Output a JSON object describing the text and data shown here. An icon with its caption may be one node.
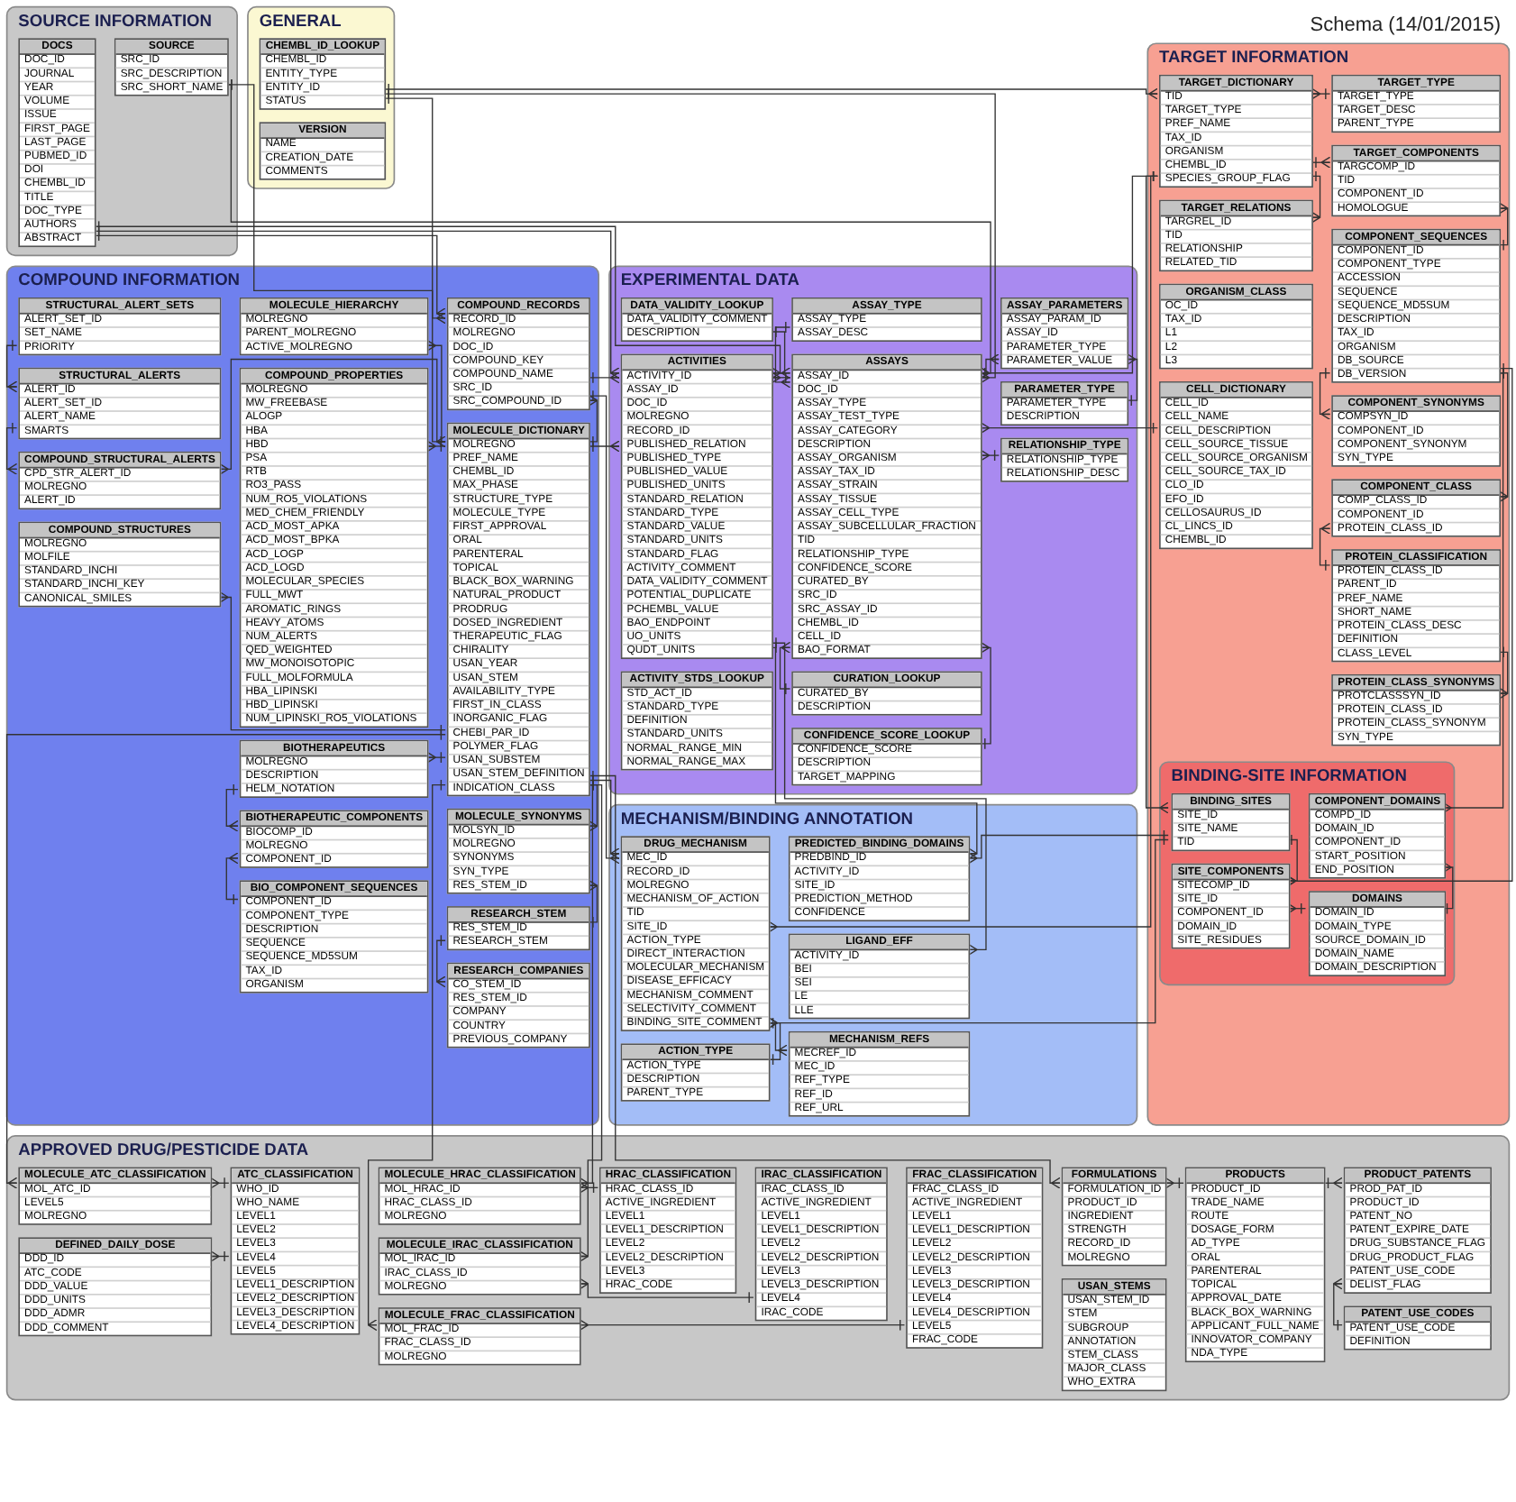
{
  "diagram": {
    "title": "Schema (14/01/2015)",
    "nodes": [
      {
        "text": [
          "SOURCE INFORMATION"
        ]
      },
      {
        "text": [
          "DOCS",
          "DOC_ID",
          "JOURNAL",
          "YEAR",
          "VOLUME",
          "ISSUE",
          "FIRST_PAGE",
          "LAST_PAGE",
          "PUBMED_ID",
          "DOI",
          "CHEMBL_ID",
          "TITLE",
          "DOC_TYPE",
          "AUTHORS",
          "ABSTRACT"
        ],
        "in": 0
      },
      {
        "text": [
          "SOURCE",
          "SRC_ID",
          "SRC_DESCRIPTION",
          "SRC_SHORT_NAME"
        ],
        "in": 0
      },
      {
        "text": [
          "GENERAL"
        ]
      },
      {
        "text": [
          "CHEMBL_ID_LOOKUP",
          "CHEMBL_ID",
          "ENTITY_TYPE",
          "ENTITY_ID",
          "STATUS"
        ],
        "in": 3
      },
      {
        "text": [
          "VERSION",
          "NAME",
          "CREATION_DATE",
          "COMMENTS"
        ],
        "in": 3
      },
      {
        "text": [
          "COMPOUND INFORMATION"
        ]
      },
      {
        "text": [
          "MOLECULE_HIERARCHY",
          "MOLREGNO",
          "PARENT_MOLREGNO",
          "ACTIVE_MOLREGNO"
        ],
        "in": 6
      },
      {
        "text": [
          "COMPOUND_RECORDS",
          "RECORD_ID",
          "MOLREGNO",
          "DOC_ID",
          "COMPOUND_KEY",
          "COMPOUND_NAME",
          "SRC_ID",
          "SRC_COMPOUND_ID"
        ],
        "in": 6
      },
      {
        "text": [
          "COMPOUND_PROPERTIES",
          "MOLREGNO",
          "MW_FREEBASE",
          "ALOGP",
          "HBA",
          "HBD",
          "PSA",
          "RTB",
          "RO3_PASS",
          "NUM_RO5_VIOLATIONS",
          "MED_CHEM_FRIENDLY",
          "ACD_MOST_APKA",
          "ACD_MOST_BPKA",
          "ACD_LOGP",
          "ACD_LOGD",
          "MOLECULAR_SPECIES",
          "FULL_MWT",
          "AROMATIC_RINGS",
          "HEAVY_ATOMS",
          "NUM_ALERTS",
          "QED_WEIGHTED",
          "MW_MONOISOTOPIC",
          "FULL_MOLFORMULA",
          "HBA_LIPINSKI",
          "HBD_LIPINSKI",
          "NUM_LIPINSKI_RO5_VIOLATIONS"
        ],
        "in": 6
      },
      {
        "text": [
          "MOLECULE_DICTIONARY",
          "MOLREGNO",
          "PREF_NAME",
          "CHEMBL_ID",
          "MAX_PHASE",
          "STRUCTURE_TYPE",
          "MOLECULE_TYPE",
          "FIRST_APPROVAL",
          "ORAL",
          "PARENTERAL",
          "TOPICAL",
          "BLACK_BOX_WARNING",
          "NATURAL_PRODUCT",
          "PRODRUG",
          "DOSED_INGREDIENT",
          "THERAPEUTIC_FLAG",
          "CHIRALITY",
          "USAN_YEAR",
          "USAN_STEM",
          "AVAILABILITY_TYPE",
          "FIRST_IN_CLASS",
          "INORGANIC_FLAG",
          "CHEBI_PAR_ID",
          "POLYMER_FLAG",
          "USAN_SUBSTEM",
          "USAN_STEM_DEFINITION",
          "INDICATION_CLASS"
        ],
        "in": 6
      },
      {
        "text": [
          "STRUCTURAL_ALERT_SETS",
          "ALERT_SET_ID",
          "SET_NAME",
          "PRIORITY"
        ],
        "in": 6
      },
      {
        "text": [
          "STRUCTURAL_ALERTS",
          "ALERT_ID",
          "ALERT_SET_ID",
          "ALERT_NAME",
          "SMARTS"
        ],
        "in": 6
      },
      {
        "text": [
          "COMPOUND_STRUCTURAL_ALERTS",
          "CPD_STR_ALERT_ID",
          "MOLREGNO",
          "ALERT_ID"
        ],
        "in": 6
      },
      {
        "text": [
          "COMPOUND_STRUCTURES",
          "MOLREGNO",
          "MOLFILE",
          "STANDARD_INCHI",
          "STANDARD_INCHI_KEY",
          "CANONICAL_SMILES"
        ],
        "in": 6
      },
      {
        "text": [
          "BIOTHERAPEUTICS",
          "MOLREGNO",
          "DESCRIPTION",
          "HELM_NOTATION"
        ],
        "in": 6
      },
      {
        "text": [
          "MOLECULE_SYNONYMS",
          "MOLSYN_ID",
          "MOLREGNO",
          "SYNONYMS",
          "SYN_TYPE",
          "RES_STEM_ID"
        ],
        "in": 6
      },
      {
        "text": [
          "BIOTHERAPEUTIC_COMPONENTS",
          "BIOCOMP_ID",
          "MOLREGNO",
          "COMPONENT_ID"
        ],
        "in": 6
      },
      {
        "text": [
          "RESEARCH_STEM",
          "RES_STEM_ID",
          "RESEARCH_STEM"
        ],
        "in": 6
      },
      {
        "text": [
          "BIO_COMPONENT_SEQUENCES",
          "COMPONENT_ID",
          "COMPONENT_TYPE",
          "DESCRIPTION",
          "SEQUENCE",
          "SEQUENCE_MD5SUM",
          "TAX_ID",
          "ORGANISM"
        ],
        "in": 6
      },
      {
        "text": [
          "RESEARCH_COMPANIES",
          "CO_STEM_ID",
          "RES_STEM_ID",
          "COMPANY",
          "COUNTRY",
          "PREVIOUS_COMPANY"
        ],
        "in": 6
      },
      {
        "text": [
          "EXPERIMENTAL DATA"
        ]
      },
      {
        "text": [
          "DATA_VALIDITY_LOOKUP",
          "DATA_VALIDITY_COMMENT",
          "DESCRIPTION"
        ],
        "in": 21
      },
      {
        "text": [
          "ASSAY_TYPE",
          "ASSAY_TYPE",
          "ASSAY_DESC"
        ],
        "in": 21
      },
      {
        "text": [
          "ACTIVITIES",
          "ACTIVITY_ID",
          "ASSAY_ID",
          "DOC_ID",
          "MOLREGNO",
          "RECORD_ID",
          "PUBLISHED_RELATION",
          "PUBLISHED_TYPE",
          "PUBLISHED_VALUE",
          "PUBLISHED_UNITS",
          "STANDARD_RELATION",
          "STANDARD_TYPE",
          "STANDARD_VALUE",
          "STANDARD_UNITS",
          "STANDARD_FLAG",
          "ACTIVITY_COMMENT",
          "DATA_VALIDITY_COMMENT",
          "POTENTIAL_DUPLICATE",
          "PCHEMBL_VALUE",
          "BAO_ENDPOINT",
          "UO_UNITS",
          "QUDT_UNITS"
        ],
        "in": 21
      },
      {
        "text": [
          "ASSAYS",
          "ASSAY_ID",
          "DOC_ID",
          "ASSAY_TYPE",
          "ASSAY_TEST_TYPE",
          "ASSAY_CATEGORY",
          "DESCRIPTION",
          "ASSAY_ORGANISM",
          "ASSAY_TAX_ID",
          "ASSAY_STRAIN",
          "ASSAY_TISSUE",
          "ASSAY_CELL_TYPE",
          "ASSAY_SUBCELLULAR_FRACTION",
          "TID",
          "RELATIONSHIP_TYPE",
          "CONFIDENCE_SCORE",
          "CURATED_BY",
          "SRC_ID",
          "SRC_ASSAY_ID",
          "CHEMBL_ID",
          "CELL_ID",
          "BAO_FORMAT"
        ],
        "in": 21
      },
      {
        "text": [
          "ASSAY_PARAMETERS",
          "ASSAY_PARAM_ID",
          "ASSAY_ID",
          "PARAMETER_TYPE",
          "PARAMETER_VALUE"
        ],
        "in": 21
      },
      {
        "text": [
          "PARAMETER_TYPE",
          "PARAMETER_TYPE",
          "DESCRIPTION"
        ],
        "in": 21
      },
      {
        "text": [
          "ACTIVITY_STDS_LOOKUP",
          "STD_ACT_ID",
          "STANDARD_TYPE",
          "DEFINITION",
          "STANDARD_UNITS",
          "NORMAL_RANGE_MIN",
          "NORMAL_RANGE_MAX"
        ],
        "in": 21
      },
      {
        "text": [
          "CURATION_LOOKUP",
          "CURATED_BY",
          "DESCRIPTION"
        ],
        "in": 21
      },
      {
        "text": [
          "CONFIDENCE_SCORE_LOOKUP",
          "CONFIDENCE_SCORE",
          "DESCRIPTION",
          "TARGET_MAPPING"
        ],
        "in": 21
      },
      {
        "text": [
          "RELATIONSHIP_TYPE",
          "RELATIONSHIP_TYPE",
          "RELATIONSHIP_DESC"
        ],
        "in": 21
      },
      {
        "text": [
          "TARGET INFORMATION"
        ]
      },
      {
        "text": [
          "TARGET_TYPE",
          "TARGET_TYPE",
          "TARGET_DESC",
          "PARENT_TYPE"
        ],
        "in": 32
      },
      {
        "text": [
          "COMPONENT_SYNONYMS",
          "COMPSYN_ID",
          "COMPONENT_ID",
          "COMPONENT_SYNONYM",
          "SYN_TYPE"
        ],
        "in": 32
      },
      {
        "text": [
          "TARGET_DICTIONARY",
          "TID",
          "TARGET_TYPE",
          "PREF_NAME",
          "TAX_ID",
          "ORGANISM",
          "CHEMBL_ID",
          "SPECIES_GROUP_FLAG"
        ],
        "in": 32
      },
      {
        "text": [
          "TARGET_COMPONENTS",
          "TARGCOMP_ID",
          "TID",
          "COMPONENT_ID",
          "HOMOLOGUE"
        ],
        "in": 32
      },
      {
        "text": [
          "COMPONENT_SEQUENCES",
          "COMPONENT_ID",
          "COMPONENT_TYPE",
          "ACCESSION",
          "SEQUENCE",
          "SEQUENCE_MD5SUM",
          "DESCRIPTION",
          "TAX_ID",
          "ORGANISM",
          "DB_SOURCE",
          "DB_VERSION"
        ],
        "in": 32
      },
      {
        "text": [
          "TARGET_RELATIONS",
          "TARGREL_ID",
          "TID",
          "RELATIONSHIP",
          "RELATED_TID"
        ],
        "in": 32
      },
      {
        "text": [
          "ORGANISM_CLASS",
          "OC_ID",
          "TAX_ID",
          "L1",
          "L2",
          "L3"
        ],
        "in": 32
      },
      {
        "text": [
          "COMPONENT_CLASS",
          "COMP_CLASS_ID",
          "COMPONENT_ID",
          "PROTEIN_CLASS_ID"
        ],
        "in": 32
      },
      {
        "text": [
          "CELL_DICTIONARY",
          "CELL_ID",
          "CELL_NAME",
          "CELL_DESCRIPTION",
          "CELL_SOURCE_TISSUE",
          "CELL_SOURCE_ORGANISM",
          "CELL_SOURCE_TAX_ID",
          "CLO_ID",
          "EFO_ID",
          "CELLOSAURUS_ID",
          "CL_LINCS_ID",
          "CHEMBL_ID"
        ],
        "in": 32
      },
      {
        "text": [
          "PROTEIN_CLASSIFICATION",
          "PROTEIN_CLASS_ID",
          "PARENT_ID",
          "PREF_NAME",
          "SHORT_NAME",
          "PROTEIN_CLASS_DESC",
          "DEFINITION",
          "CLASS_LEVEL"
        ],
        "in": 32
      },
      {
        "text": [
          "PROTEIN_CLASS_SYNONYMS",
          "PROTCLASSSYN_ID",
          "PROTEIN_CLASS_ID",
          "PROTEIN_CLASS_SYNONYM",
          "SYN_TYPE"
        ],
        "in": 32
      },
      {
        "text": [
          "MECHANISM/BINDING ANNOTATION"
        ]
      },
      {
        "text": [
          "DRUG_MECHANISM",
          "MEC_ID",
          "RECORD_ID",
          "MOLREGNO",
          "MECHANISM_OF_ACTION",
          "TID",
          "SITE_ID",
          "ACTION_TYPE",
          "DIRECT_INTERACTION",
          "MOLECULAR_MECHANISM",
          "DISEASE_EFFICACY",
          "MECHANISM_COMMENT",
          "SELECTIVITY_COMMENT",
          "BINDING_SITE_COMMENT"
        ],
        "in": 44
      },
      {
        "text": [
          "PREDICTED_BINDING_DOMAINS",
          "PREDBIND_ID",
          "ACTIVITY_ID",
          "SITE_ID",
          "PREDICTION_METHOD",
          "CONFIDENCE"
        ],
        "in": 44
      },
      {
        "text": [
          "LIGAND_EFF",
          "ACTIVITY_ID",
          "BEI",
          "SEI",
          "LE",
          "LLE"
        ],
        "in": 44
      },
      {
        "text": [
          "ACTION_TYPE",
          "ACTION_TYPE",
          "DESCRIPTION",
          "PARENT_TYPE"
        ],
        "in": 44
      },
      {
        "text": [
          "MECHANISM_REFS",
          "MECREF_ID",
          "MEC_ID",
          "REF_TYPE",
          "REF_ID",
          "REF_URL"
        ],
        "in": 44
      },
      {
        "text": [
          "BINDING-SITE INFORMATION"
        ],
        "in": 32
      },
      {
        "text": [
          "BINDING_SITES",
          "SITE_ID",
          "SITE_NAME",
          "TID"
        ],
        "in": 50
      },
      {
        "text": [
          "COMPONENT_DOMAINS",
          "COMPD_ID",
          "DOMAIN_ID",
          "COMPONENT_ID",
          "START_POSITION",
          "END_POSITION"
        ],
        "in": 50
      },
      {
        "text": [
          "SITE_COMPONENTS",
          "SITECOMP_ID",
          "SITE_ID",
          "COMPONENT_ID",
          "DOMAIN_ID",
          "SITE_RESIDUES"
        ],
        "in": 50
      },
      {
        "text": [
          "DOMAINS",
          "DOMAIN_ID",
          "DOMAIN_TYPE",
          "SOURCE_DOMAIN_ID",
          "DOMAIN_NAME",
          "DOMAIN_DESCRIPTION"
        ],
        "in": 50
      },
      {
        "text": [
          "APPROVED DRUG/PESTICIDE DATA"
        ]
      },
      {
        "text": [
          "MOLECULE_ATC_CLASSIFICATION",
          "MOL_ATC_ID",
          "LEVEL5",
          "MOLREGNO"
        ],
        "in": 55
      },
      {
        "text": [
          "DEFINED_DAILY_DOSE",
          "DDD_ID",
          "ATC_CODE",
          "DDD_VALUE",
          "DDD_UNITS",
          "DDD_ADMR",
          "DDD_COMMENT"
        ],
        "in": 55
      },
      {
        "text": [
          "ATC_CLASSIFICATION",
          "WHO_ID",
          "WHO_NAME",
          "LEVEL1",
          "LEVEL2",
          "LEVEL3",
          "LEVEL4",
          "LEVEL5",
          "LEVEL1_DESCRIPTION",
          "LEVEL2_DESCRIPTION",
          "LEVEL3_DESCRIPTION",
          "LEVEL4_DESCRIPTION"
        ],
        "in": 55
      },
      {
        "text": [
          "MOLECULE_HRAC_CLASSIFICATION",
          "MOL_HRAC_ID",
          "HRAC_CLASS_ID",
          "MOLREGNO"
        ],
        "in": 55
      },
      {
        "text": [
          "MOLECULE_IRAC_CLASSIFICATION",
          "MOL_IRAC_ID",
          "IRAC_CLASS_ID",
          "MOLREGNO"
        ],
        "in": 55
      },
      {
        "text": [
          "MOLECULE_FRAC_CLASSIFICATION",
          "MOL_FRAC_ID",
          "FRAC_CLASS_ID",
          "MOLREGNO"
        ],
        "in": 55
      },
      {
        "text": [
          "HRAC_CLASSIFICATION",
          "HRAC_CLASS_ID",
          "ACTIVE_INGREDIENT",
          "LEVEL1",
          "LEVEL1_DESCRIPTION",
          "LEVEL2",
          "LEVEL2_DESCRIPTION",
          "LEVEL3",
          "HRAC_CODE"
        ],
        "in": 55
      },
      {
        "text": [
          "IRAC_CLASSIFICATION",
          "IRAC_CLASS_ID",
          "ACTIVE_INGREDIENT",
          "LEVEL1",
          "LEVEL1_DESCRIPTION",
          "LEVEL2",
          "LEVEL2_DESCRIPTION",
          "LEVEL3",
          "LEVEL3_DESCRIPTION",
          "LEVEL4",
          "IRAC_CODE"
        ],
        "in": 55
      },
      {
        "text": [
          "FRAC_CLASSIFICATION",
          "FRAC_CLASS_ID",
          "ACTIVE_INGREDIENT",
          "LEVEL1",
          "LEVEL1_DESCRIPTION",
          "LEVEL2",
          "LEVEL2_DESCRIPTION",
          "LEVEL3",
          "LEVEL3_DESCRIPTION",
          "LEVEL4",
          "LEVEL4_DESCRIPTION",
          "LEVEL5",
          "FRAC_CODE"
        ],
        "in": 55
      },
      {
        "text": [
          "FORMULATIONS",
          "FORMULATION_ID",
          "PRODUCT_ID",
          "INGREDIENT",
          "STRENGTH",
          "RECORD_ID",
          "MOLREGNO"
        ],
        "in": 55
      },
      {
        "text": [
          "USAN_STEMS",
          "USAN_STEM_ID",
          "STEM",
          "SUBGROUP",
          "ANNOTATION",
          "STEM_CLASS",
          "MAJOR_CLASS",
          "WHO_EXTRA"
        ],
        "in": 55
      },
      {
        "text": [
          "PRODUCTS",
          "PRODUCT_ID",
          "TRADE_NAME",
          "ROUTE",
          "DOSAGE_FORM",
          "AD_TYPE",
          "ORAL",
          "PARENTERAL",
          "TOPICAL",
          "APPROVAL_DATE",
          "BLACK_BOX_WARNING",
          "APPLICANT_FULL_NAME",
          "INNOVATOR_COMPANY",
          "NDA_TYPE"
        ],
        "in": 55
      },
      {
        "text": [
          "PRODUCT_PATENTS",
          "PROD_PAT_ID",
          "PRODUCT_ID",
          "PATENT_NO",
          "PATENT_EXPIRE_DATE",
          "DRUG_SUBSTANCE_FLAG",
          "DRUG_PRODUCT_FLAG",
          "PATENT_USE_CODE",
          "DELIST_FLAG"
        ],
        "in": 55
      },
      {
        "text": [
          "PATENT_USE_CODES",
          "PATENT_USE_CODE",
          "DEFINITION"
        ],
        "in": 55
      }
    ],
    "edges": [
      {
        "from": 1,
        "to": 8,
        "arrow": "other"
      },
      {
        "from": 1,
        "to": 24,
        "arrow": "other"
      },
      {
        "from": 1,
        "to": 25,
        "arrow": "other"
      },
      {
        "from": 2,
        "to": 8,
        "arrow": "other"
      },
      {
        "from": 2,
        "to": 25,
        "arrow": "other"
      },
      {
        "from": 4,
        "to": 10,
        "arrow": "other"
      },
      {
        "from": 4,
        "to": 25,
        "arrow": "other"
      },
      {
        "from": 4,
        "to": 35,
        "arrow": "other"
      },
      {
        "from": 10,
        "to": 7,
        "arrow": "other"
      },
      {
        "from": 10,
        "to": 8,
        "arrow": "other"
      },
      {
        "from": 10,
        "to": 9,
        "arrow": "other"
      },
      {
        "from": 10,
        "to": 14,
        "arrow": "other"
      },
      {
        "from": 10,
        "to": 13,
        "arrow": "other"
      },
      {
        "from": 11,
        "to": 12,
        "arrow": "other"
      },
      {
        "from": 12,
        "to": 13,
        "arrow": "other"
      },
      {
        "from": 10,
        "to": 15,
        "arrow": "other"
      },
      {
        "from": 10,
        "to": 16,
        "arrow": "other"
      },
      {
        "from": 15,
        "to": 17,
        "arrow": "other"
      },
      {
        "from": 19,
        "to": 17,
        "arrow": "other"
      },
      {
        "from": 18,
        "to": 16,
        "arrow": "other"
      },
      {
        "from": 18,
        "to": 20,
        "arrow": "other"
      },
      {
        "from": 10,
        "to": 24,
        "arrow": "other"
      },
      {
        "from": 8,
        "to": 24,
        "arrow": "other"
      },
      {
        "from": 25,
        "to": 24,
        "arrow": "other"
      },
      {
        "from": 22,
        "to": 24,
        "arrow": "other"
      },
      {
        "from": 23,
        "to": 25,
        "arrow": "other"
      },
      {
        "from": 25,
        "to": 26,
        "arrow": "other"
      },
      {
        "from": 27,
        "to": 26,
        "arrow": "other"
      },
      {
        "from": 29,
        "to": 25,
        "arrow": "other"
      },
      {
        "from": 30,
        "to": 25,
        "arrow": "other"
      },
      {
        "from": 31,
        "to": 25,
        "arrow": "other"
      },
      {
        "from": 35,
        "to": 25,
        "arrow": "other"
      },
      {
        "from": 41,
        "to": 25,
        "arrow": "other"
      },
      {
        "from": 33,
        "to": 35,
        "arrow": "other"
      },
      {
        "from": 35,
        "to": 36,
        "arrow": "other"
      },
      {
        "from": 37,
        "to": 36,
        "arrow": "other"
      },
      {
        "from": 37,
        "to": 34,
        "arrow": "other"
      },
      {
        "from": 37,
        "to": 40,
        "arrow": "other"
      },
      {
        "from": 42,
        "to": 40,
        "arrow": "other"
      },
      {
        "from": 42,
        "to": 43,
        "arrow": "other"
      },
      {
        "from": 35,
        "to": 38,
        "arrow": "other"
      },
      {
        "from": 10,
        "to": 45,
        "arrow": "other"
      },
      {
        "from": 8,
        "to": 45,
        "arrow": "other"
      },
      {
        "from": 35,
        "to": 45,
        "arrow": "other"
      },
      {
        "from": 48,
        "to": 45,
        "arrow": "other"
      },
      {
        "from": 45,
        "to": 49,
        "arrow": "other"
      },
      {
        "from": 51,
        "to": 45,
        "arrow": "other"
      },
      {
        "from": 24,
        "to": 46,
        "arrow": "other"
      },
      {
        "from": 51,
        "to": 46,
        "arrow": "other"
      },
      {
        "from": 24,
        "to": 47,
        "arrow": "other"
      },
      {
        "from": 35,
        "to": 51,
        "arrow": "other"
      },
      {
        "from": 51,
        "to": 53,
        "arrow": "other"
      },
      {
        "from": 37,
        "to": 53,
        "arrow": "other"
      },
      {
        "from": 54,
        "to": 53,
        "arrow": "other"
      },
      {
        "from": 54,
        "to": 52,
        "arrow": "other"
      },
      {
        "from": 37,
        "to": 52,
        "arrow": "other"
      },
      {
        "from": 10,
        "to": 56,
        "arrow": "other"
      },
      {
        "from": 58,
        "to": 56,
        "arrow": "other"
      },
      {
        "from": 58,
        "to": 57,
        "arrow": "other"
      },
      {
        "from": 10,
        "to": 59,
        "arrow": "other"
      },
      {
        "from": 62,
        "to": 59,
        "arrow": "other"
      },
      {
        "from": 10,
        "to": 60,
        "arrow": "other"
      },
      {
        "from": 63,
        "to": 60,
        "arrow": "other"
      },
      {
        "from": 10,
        "to": 61,
        "arrow": "other"
      },
      {
        "from": 64,
        "to": 61,
        "arrow": "other"
      },
      {
        "from": 10,
        "to": 65,
        "arrow": "other"
      },
      {
        "from": 67,
        "to": 65,
        "arrow": "other"
      },
      {
        "from": 67,
        "to": 68,
        "arrow": "other"
      },
      {
        "from": 69,
        "to": 68,
        "arrow": "other"
      }
    ]
  }
}
